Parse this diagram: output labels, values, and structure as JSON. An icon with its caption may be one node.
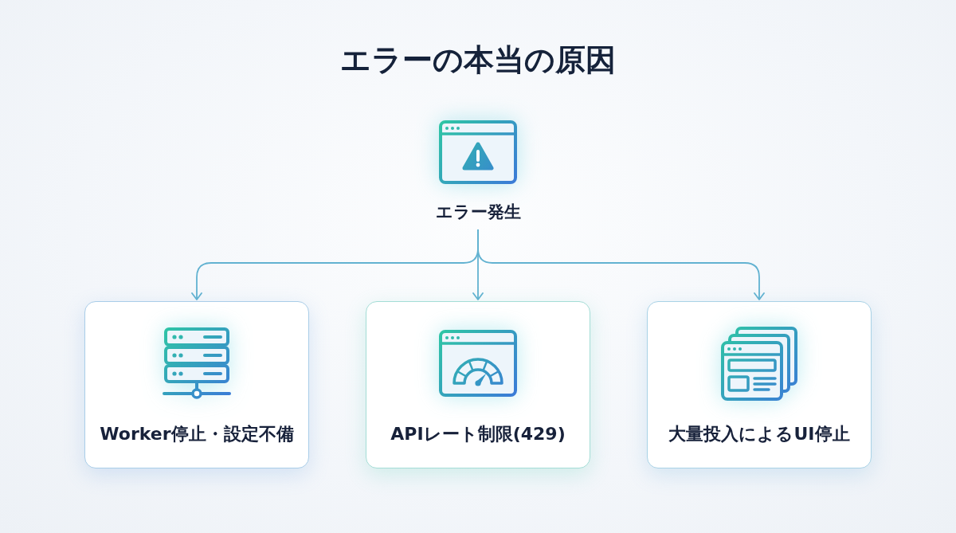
{
  "diagram": {
    "title": "エラーの本当の原因",
    "nodes": [
      {
        "text": [
          "エラー発生"
        ]
      },
      {
        "text": [
          "Worker停止・設定不備"
        ]
      },
      {
        "text": [
          "APIレート制限(429)"
        ]
      },
      {
        "text": [
          "大量投入によるUI停止"
        ]
      }
    ],
    "edges": [
      {
        "from": 0,
        "to": 1,
        "arrow": "to"
      },
      {
        "from": 0,
        "to": 2,
        "arrow": "to"
      },
      {
        "from": 0,
        "to": 3,
        "arrow": "to"
      }
    ]
  }
}
